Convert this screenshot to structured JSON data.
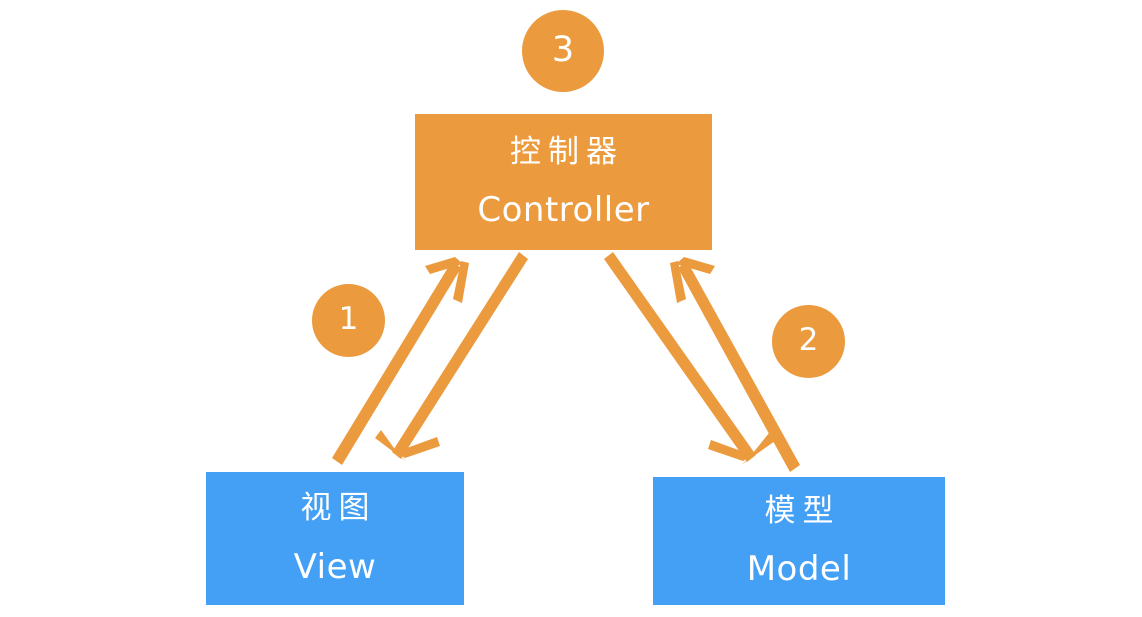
{
  "diagram": {
    "title": "MVC architecture diagram",
    "background_color": "#ffffff",
    "accent_orange": "#eb9a3d",
    "accent_blue": "#43a0f5",
    "label_color": "#ffffff"
  },
  "nodes": {
    "controller": {
      "cn": "控制器",
      "en": "Controller",
      "color": "#eb9a3d"
    },
    "view": {
      "cn": "视图",
      "en": "View",
      "color": "#43a0f5"
    },
    "model": {
      "cn": "模型",
      "en": "Model",
      "color": "#43a0f5"
    }
  },
  "steps": [
    {
      "number": "1",
      "color": "#eb9a3d"
    },
    {
      "number": "2",
      "color": "#eb9a3d"
    },
    {
      "number": "3",
      "color": "#eb9a3d"
    }
  ],
  "connectors": [
    {
      "name": "view-to-controller",
      "from": "view",
      "to": "controller",
      "step": "1",
      "color": "#eb9a3d"
    },
    {
      "name": "controller-to-view",
      "from": "controller",
      "to": "view",
      "step": "1",
      "color": "#eb9a3d"
    },
    {
      "name": "model-to-controller",
      "from": "model",
      "to": "controller",
      "step": "2",
      "color": "#eb9a3d"
    },
    {
      "name": "controller-to-model",
      "from": "controller",
      "to": "model",
      "step": "2",
      "color": "#eb9a3d"
    }
  ]
}
